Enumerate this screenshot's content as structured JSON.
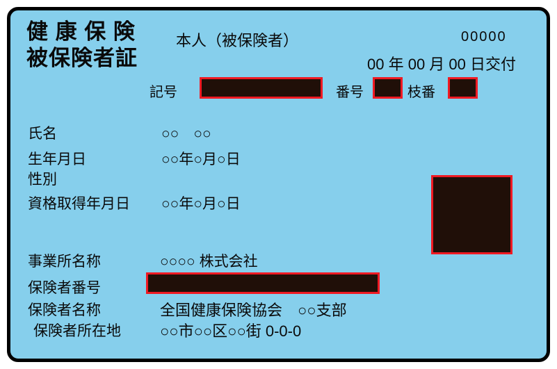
{
  "colors": {
    "card_bg": "#86cfec",
    "card_border": "#000000",
    "redaction_fill": "#200f08",
    "redaction_border": "#ef1a23"
  },
  "header": {
    "title_line1": "健 康 保 険",
    "title_line2": "被保険者証",
    "holder_type": "本人（被保険者）",
    "card_number": "00000",
    "issue_date": "00 年 00 月 00 日交付"
  },
  "id_row": {
    "symbol_label": "記号",
    "number_label": "番号",
    "branch_label": "枝番"
  },
  "fields": {
    "name_label": "氏名",
    "name_value": "○○　○○",
    "birthdate_label": "生年月日",
    "birthdate_value": "○○年○月○日",
    "sex_label": "性別",
    "qualification_label": "資格取得年月日",
    "qualification_value": "○○年○月○日",
    "employer_label": "事業所名称",
    "employer_value": "○○○○ 株式会社",
    "insurer_number_label": "保険者番号",
    "insurer_name_label": "保険者名称",
    "insurer_name_value": "全国健康保険協会　○○支部",
    "insurer_address_label": "保険者所在地",
    "insurer_address_value": "○○市○○区○○街 0-0-0"
  }
}
